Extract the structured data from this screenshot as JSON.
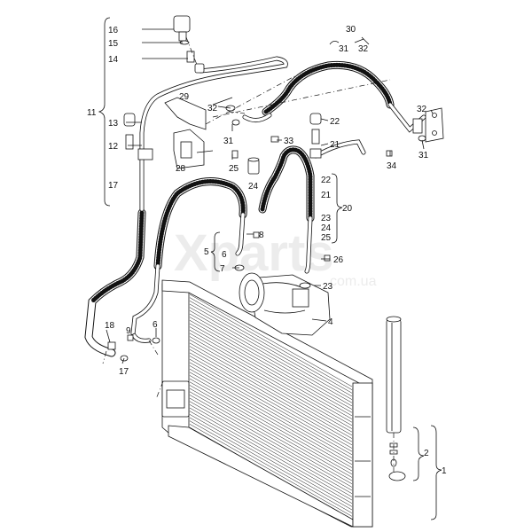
{
  "watermark": {
    "brand": "Xparts",
    "domain": "com.ua"
  },
  "callouts": {
    "c1": "1",
    "c2": "2",
    "c4": "4",
    "c5": "5",
    "c6": "6",
    "c6b": "6",
    "c7": "7",
    "c8": "8",
    "c11": "11",
    "c12": "12",
    "c13": "13",
    "c14": "14",
    "c15": "15",
    "c16": "16",
    "c17": "17",
    "c17b": "17",
    "c18": "18",
    "c20": "20",
    "c21": "21",
    "c21b": "21",
    "c22": "22",
    "c22b": "22",
    "c23": "23",
    "c23b": "23",
    "c24": "24",
    "c24b": "24",
    "c25": "25",
    "c25b": "25",
    "c26": "26",
    "c28": "28",
    "c29": "29",
    "c30": "30",
    "c31": "31",
    "c31b": "31",
    "c31c": "31",
    "c32": "32",
    "c32b": "32",
    "c32c": "32",
    "c33": "33",
    "c34": "34",
    "c9": "9"
  }
}
